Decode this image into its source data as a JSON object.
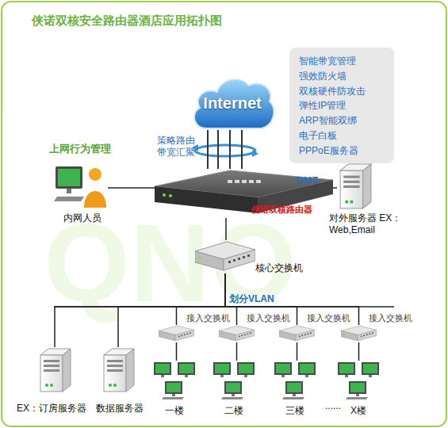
{
  "diagram": {
    "title": "侠诺双核安全路由器酒店应用拓扑图",
    "nodes": [
      {
        "text": [
          "Internet"
        ]
      },
      {
        "text": [
          "智能带宽管理",
          "强效防火墙",
          "双核硬件防攻击",
          "弹性IP管理",
          "ARP智能双绑",
          "电子白板",
          "PPPoE服务器"
        ]
      },
      {
        "text": [
          "侠诺双核路由器"
        ]
      },
      {
        "text": [
          "上网行为管理",
          "内网人员"
        ]
      },
      {
        "text": [
          "对外服务器 EX：Web,Email"
        ]
      },
      {
        "text": [
          "核心交换机"
        ]
      },
      {
        "text": [
          "EX：订房服务器"
        ]
      },
      {
        "text": [
          "数据服务器"
        ]
      },
      {
        "text": [
          "接入交换机"
        ]
      },
      {
        "text": [
          "接入交换机"
        ]
      },
      {
        "text": [
          "接入交换机"
        ]
      },
      {
        "text": [
          "接入交换机"
        ]
      },
      {
        "text": [
          "一楼"
        ]
      },
      {
        "text": [
          "二楼"
        ]
      },
      {
        "text": [
          "三楼"
        ]
      },
      {
        "text": [
          "X楼"
        ]
      }
    ],
    "edges": [
      {
        "from": 0,
        "to": 2,
        "arrow": "none",
        "label": "策略路由 带宽汇聚"
      },
      {
        "from": 2,
        "to": 3,
        "arrow": "none"
      },
      {
        "from": 2,
        "to": 4,
        "arrow": "none",
        "label": "DMZ"
      },
      {
        "from": 2,
        "to": 5,
        "arrow": "none"
      },
      {
        "from": 5,
        "to": 6,
        "arrow": "none"
      },
      {
        "from": 5,
        "to": 7,
        "arrow": "none"
      },
      {
        "from": 5,
        "to": 8,
        "arrow": "none"
      },
      {
        "from": 5,
        "to": 9,
        "arrow": "none"
      },
      {
        "from": 5,
        "to": 10,
        "arrow": "none"
      },
      {
        "from": 5,
        "to": 11,
        "arrow": "none"
      },
      {
        "from": 8,
        "to": 12,
        "arrow": "none"
      },
      {
        "from": 9,
        "to": 13,
        "arrow": "none"
      },
      {
        "from": 10,
        "to": 14,
        "arrow": "none"
      },
      {
        "from": 11,
        "to": 15,
        "arrow": "none"
      }
    ],
    "labels": [
      "划分VLAN",
      "......",
      "QNO"
    ]
  }
}
